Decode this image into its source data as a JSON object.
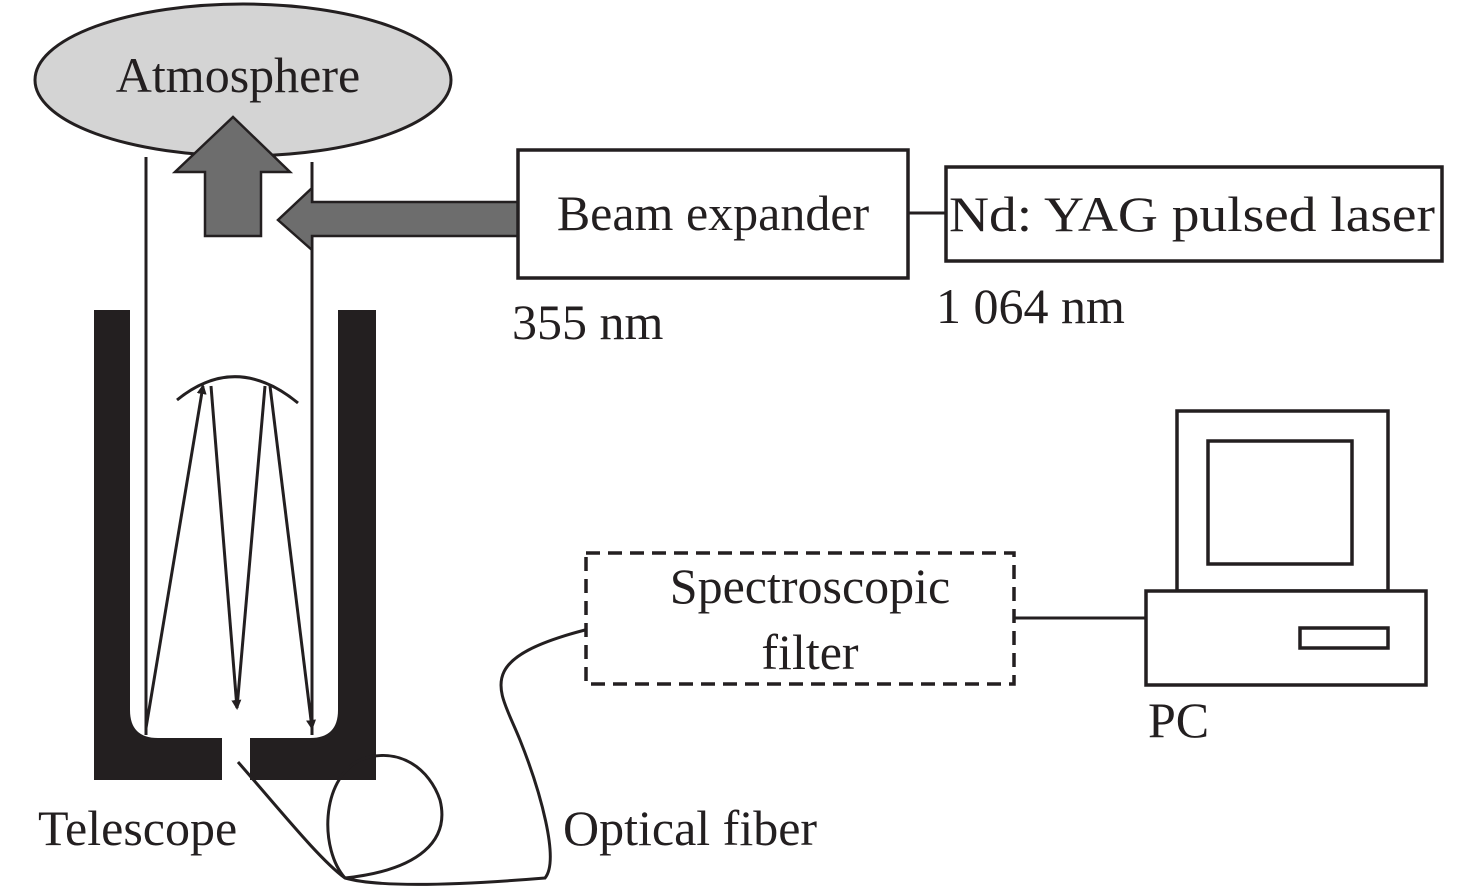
{
  "diagram": {
    "title": "Lidar system schematic",
    "colors": {
      "ink": "#231f20",
      "atmosphere_fill": "#d4d4d4",
      "beam_arrow_fill": "#6d6d6d",
      "telescope_body": "#231f20"
    },
    "nodes": {
      "atmosphere": {
        "label": "Atmosphere"
      },
      "beam_expander": {
        "label": "Beam expander",
        "wavelength": "355 nm"
      },
      "laser": {
        "label": "Nd: YAG pulsed laser",
        "wavelength": "1 064 nm"
      },
      "telescope": {
        "label": "Telescope"
      },
      "filter": {
        "label_line1": "Spectroscopic",
        "label_line2": "filter"
      },
      "fiber": {
        "label": "Optical fiber"
      },
      "pc": {
        "label": "PC"
      }
    },
    "edges": [
      {
        "from": "laser",
        "to": "beam_expander",
        "style": "line"
      },
      {
        "from": "beam_expander",
        "to": "telescope",
        "style": "block-arrow"
      },
      {
        "from": "telescope",
        "to": "atmosphere",
        "style": "block-arrow"
      },
      {
        "from": "telescope",
        "to": "filter",
        "style": "fiber"
      },
      {
        "from": "filter",
        "to": "pc",
        "style": "line"
      }
    ]
  }
}
